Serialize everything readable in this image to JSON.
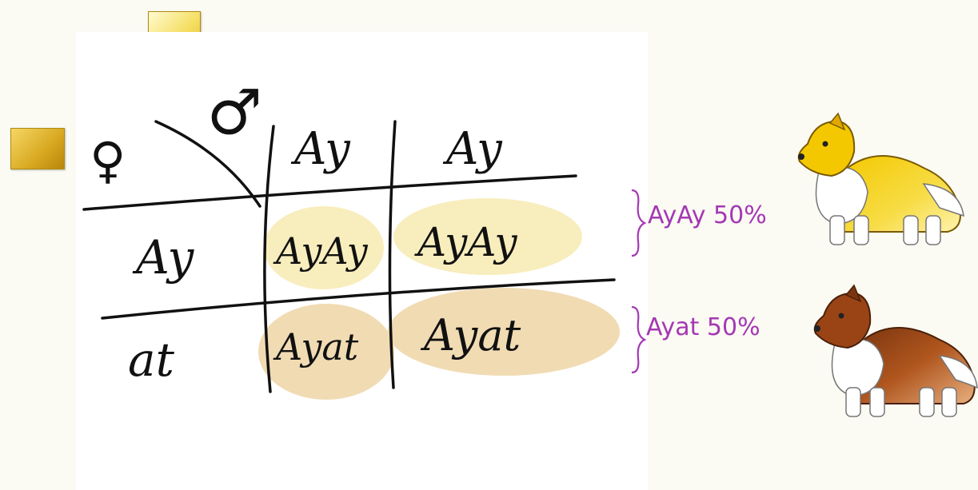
{
  "punnett_square": {
    "female_symbol": "♀",
    "male_symbol": "♂",
    "male_alleles": [
      "Ay",
      "Ay"
    ],
    "female_alleles": [
      "Ay",
      "at"
    ],
    "cells": [
      [
        "AyAy",
        "AyAy"
      ],
      [
        "Ayat",
        "Ayat"
      ]
    ]
  },
  "results": [
    {
      "text": "AyAy 50%"
    },
    {
      "text": "Ayat 50%"
    }
  ],
  "colors": {
    "result_text": "#a438b4",
    "highlight_yellow": "#f7eab0",
    "highlight_tan": "#efd5a6",
    "swatch_light": "#f5de62",
    "swatch_dark": "#d8a820"
  },
  "dogs": [
    {
      "icon": "yellow-sable-sheltie-icon"
    },
    {
      "icon": "red-sable-sheltie-icon"
    }
  ]
}
